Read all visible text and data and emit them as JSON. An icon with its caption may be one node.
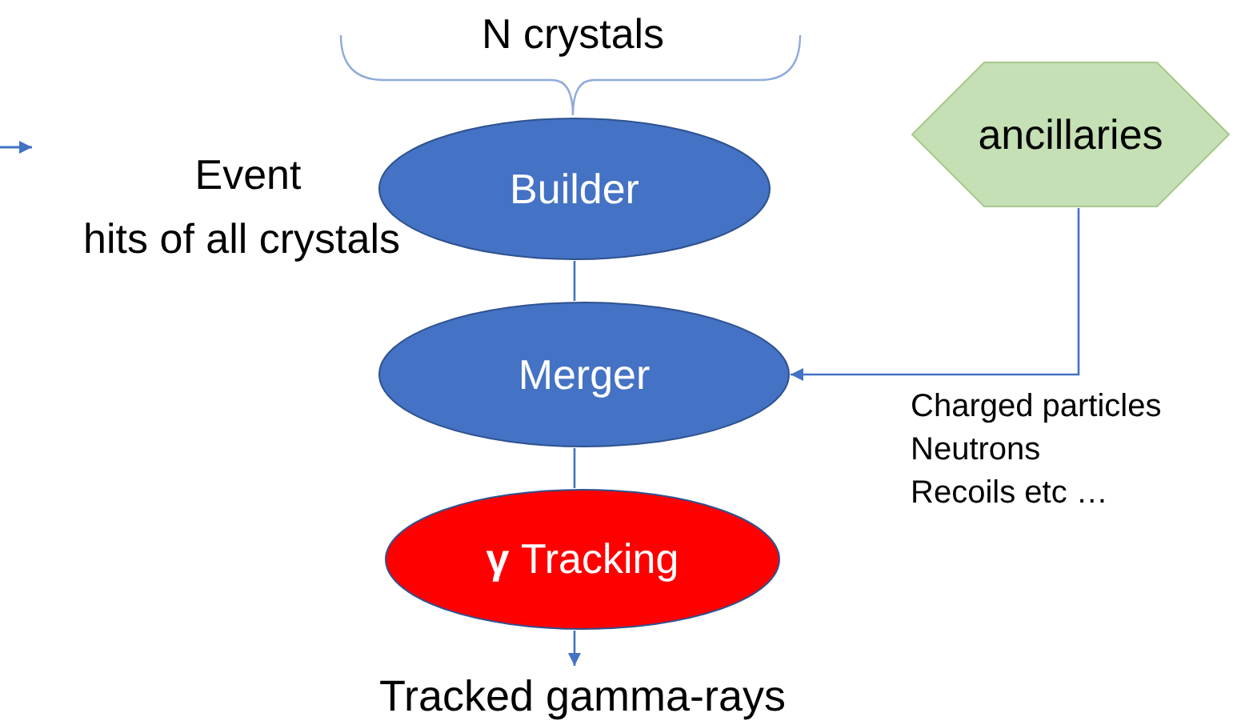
{
  "diagram": {
    "nodes": [
      {
        "text": [
          "Builder"
        ]
      },
      {
        "text": [
          "ancillaries"
        ]
      },
      {
        "text": [
          "Merger"
        ]
      },
      {
        "text": [
          "**γ** Tracking"
        ]
      },
      {
        "text": [
          "Tracked gamma-rays"
        ]
      }
    ],
    "edges": [
      {
        "from": 0,
        "to": 2,
        "arrow": "none"
      },
      {
        "from": 1,
        "to": 2,
        "arrow": "to"
      },
      {
        "from": 2,
        "to": 3,
        "arrow": "none"
      },
      {
        "from": 3,
        "to": 4,
        "arrow": "to"
      }
    ],
    "labels": [
      "N crystals",
      "Event",
      "hits of all crystals",
      "Charged particles",
      "Neutrons",
      "Recoils etc …"
    ]
  }
}
